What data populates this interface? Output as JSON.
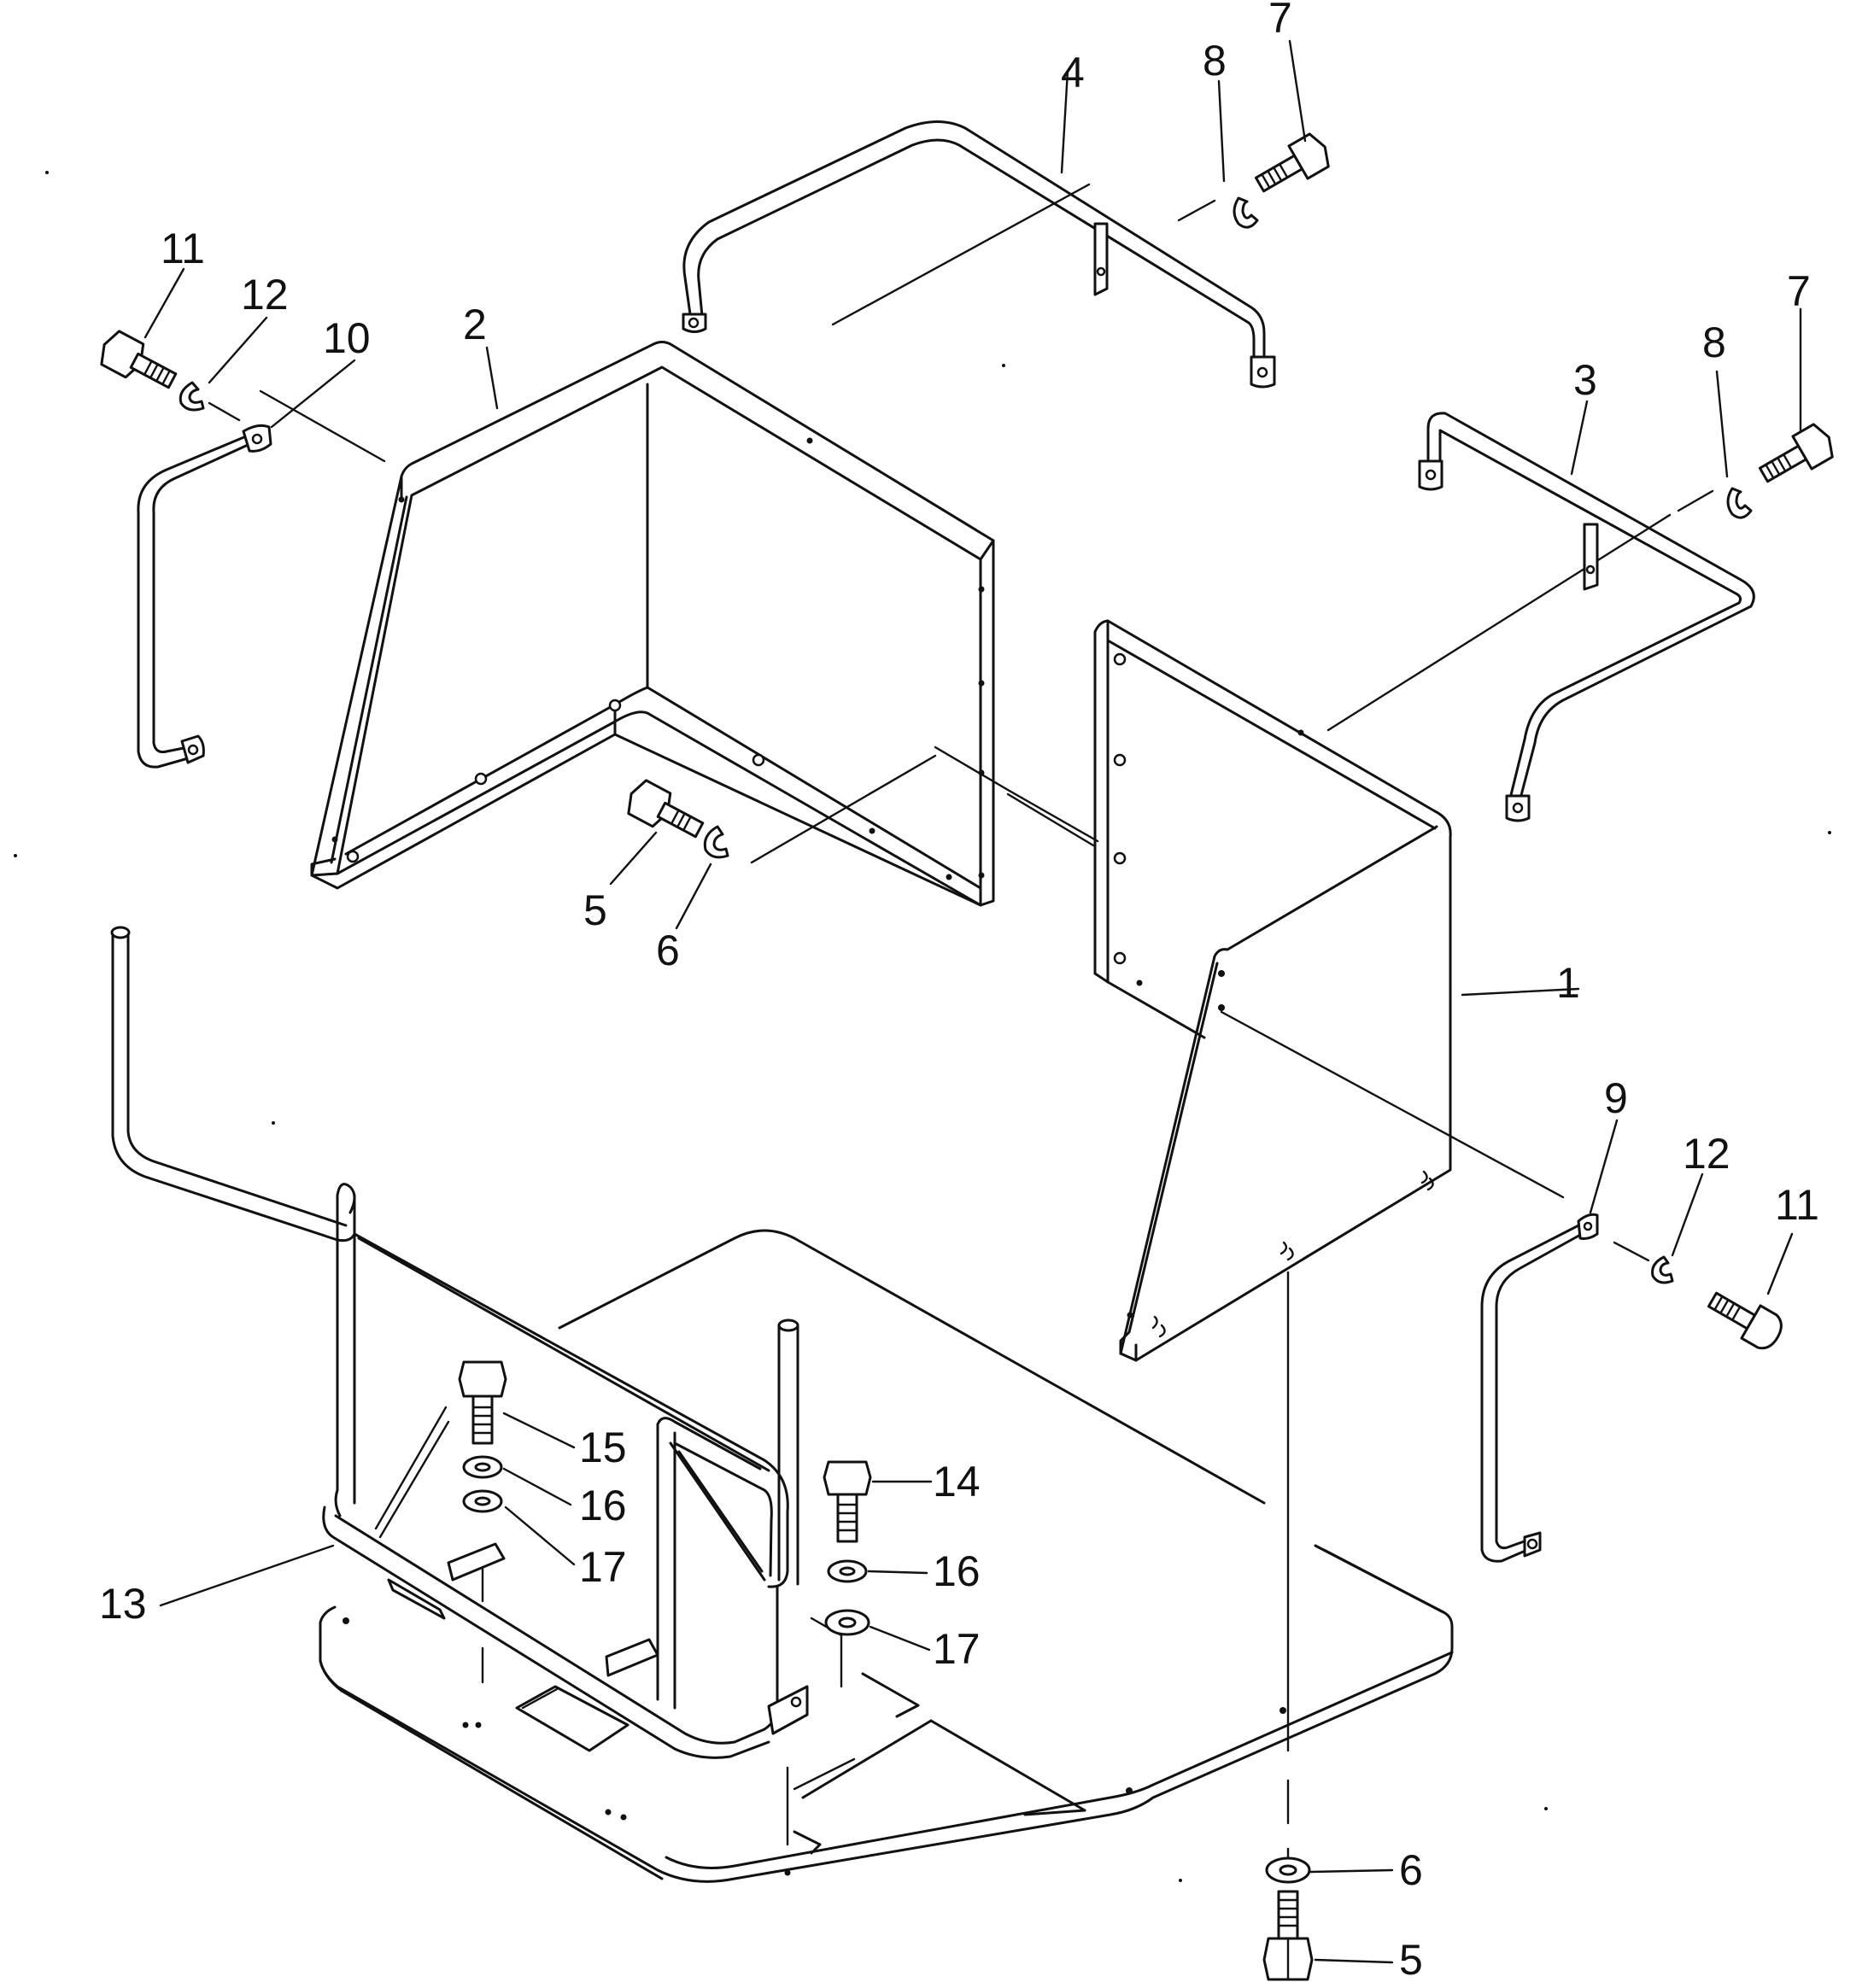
{
  "callouts": [
    {
      "id": "c1",
      "text": "1"
    },
    {
      "id": "c2",
      "text": "2"
    },
    {
      "id": "c3",
      "text": "3"
    },
    {
      "id": "c4",
      "text": "4"
    },
    {
      "id": "c5a",
      "text": "5"
    },
    {
      "id": "c5b",
      "text": "5"
    },
    {
      "id": "c6a",
      "text": "6"
    },
    {
      "id": "c6b",
      "text": "6"
    },
    {
      "id": "c7a",
      "text": "7"
    },
    {
      "id": "c7b",
      "text": "7"
    },
    {
      "id": "c8a",
      "text": "8"
    },
    {
      "id": "c8b",
      "text": "8"
    },
    {
      "id": "c9",
      "text": "9"
    },
    {
      "id": "c10",
      "text": "10"
    },
    {
      "id": "c11a",
      "text": "11"
    },
    {
      "id": "c11b",
      "text": "11"
    },
    {
      "id": "c12a",
      "text": "12"
    },
    {
      "id": "c12b",
      "text": "12"
    },
    {
      "id": "c13",
      "text": "13"
    },
    {
      "id": "c14",
      "text": "14"
    },
    {
      "id": "c15",
      "text": "15"
    },
    {
      "id": "c16a",
      "text": "16"
    },
    {
      "id": "c16b",
      "text": "16"
    },
    {
      "id": "c17a",
      "text": "17"
    },
    {
      "id": "c17b",
      "text": "17"
    }
  ]
}
